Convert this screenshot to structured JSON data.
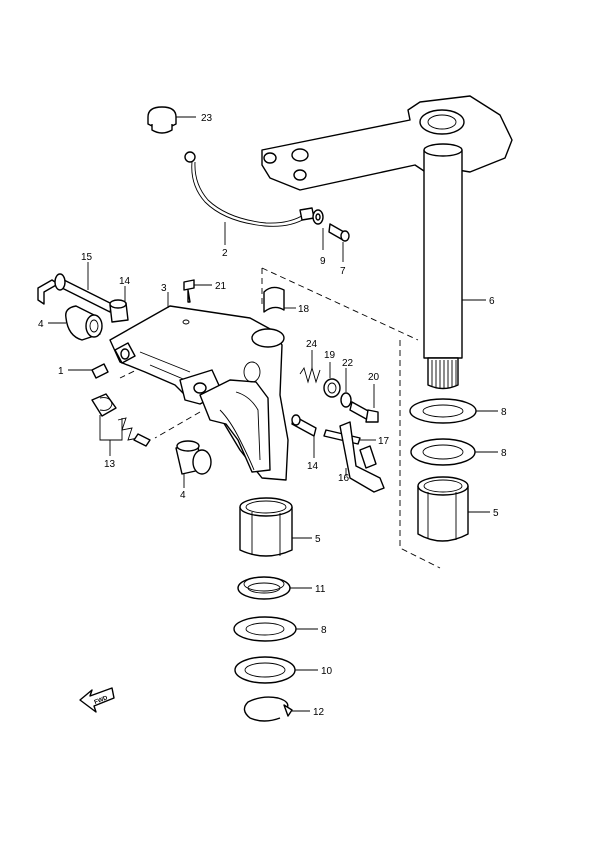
{
  "callouts": [
    {
      "id": "c23",
      "text": "23"
    },
    {
      "id": "c2",
      "text": "2"
    },
    {
      "id": "c9",
      "text": "9"
    },
    {
      "id": "c7",
      "text": "7"
    },
    {
      "id": "c6",
      "text": "6"
    },
    {
      "id": "c15",
      "text": "15"
    },
    {
      "id": "c14a",
      "text": "14"
    },
    {
      "id": "c3",
      "text": "3"
    },
    {
      "id": "c21",
      "text": "21"
    },
    {
      "id": "c4a",
      "text": "4"
    },
    {
      "id": "c18",
      "text": "18"
    },
    {
      "id": "c24",
      "text": "24"
    },
    {
      "id": "c19",
      "text": "19"
    },
    {
      "id": "c22",
      "text": "22"
    },
    {
      "id": "c20",
      "text": "20"
    },
    {
      "id": "c1",
      "text": "1"
    },
    {
      "id": "c8a",
      "text": "8"
    },
    {
      "id": "c17",
      "text": "17"
    },
    {
      "id": "c13",
      "text": "13"
    },
    {
      "id": "c14b",
      "text": "14"
    },
    {
      "id": "c8b",
      "text": "8"
    },
    {
      "id": "c16",
      "text": "16"
    },
    {
      "id": "c4b",
      "text": "4"
    },
    {
      "id": "c5a",
      "text": "5"
    },
    {
      "id": "c5b",
      "text": "5"
    },
    {
      "id": "c11",
      "text": "11"
    },
    {
      "id": "c8c",
      "text": "8"
    },
    {
      "id": "c10",
      "text": "10"
    },
    {
      "id": "c12",
      "text": "12"
    }
  ],
  "fwd_label": "FWD"
}
